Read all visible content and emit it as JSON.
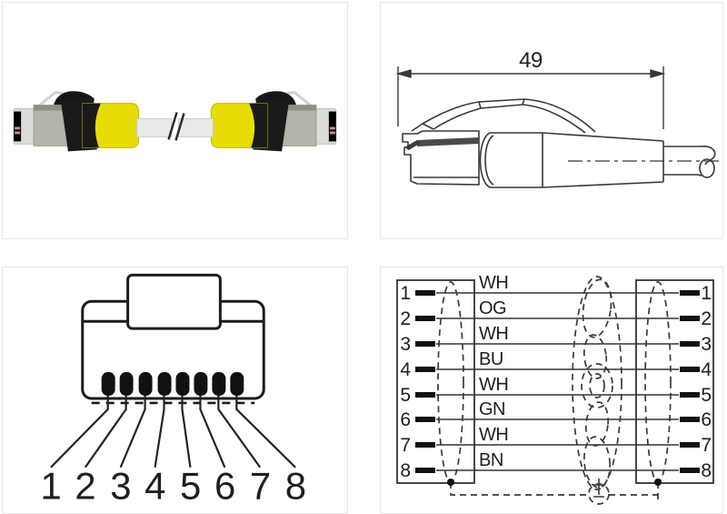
{
  "panels": {
    "photo": {
      "colors": {
        "boot_yellow": "#e7dc05",
        "connector_black": "#1a1a1a",
        "metal_gray": "#b4b4aa",
        "cable_gray": "#e9e9e9"
      }
    },
    "dimension": {
      "length_label": "49"
    },
    "pinout": {
      "pins": [
        "1",
        "2",
        "3",
        "4",
        "5",
        "6",
        "7",
        "8"
      ]
    },
    "wiring": {
      "left_pins": [
        "1",
        "2",
        "3",
        "4",
        "5",
        "6",
        "7",
        "8"
      ],
      "right_pins": [
        "1",
        "2",
        "3",
        "4",
        "5",
        "6",
        "7",
        "8"
      ],
      "wire_colors": [
        "WH",
        "OG",
        "WH",
        "BU",
        "WH",
        "GN",
        "WH",
        "BN"
      ]
    }
  },
  "colors": {
    "line": "#383838",
    "panel_border": "#e8e8e8",
    "background": "#ffffff"
  }
}
